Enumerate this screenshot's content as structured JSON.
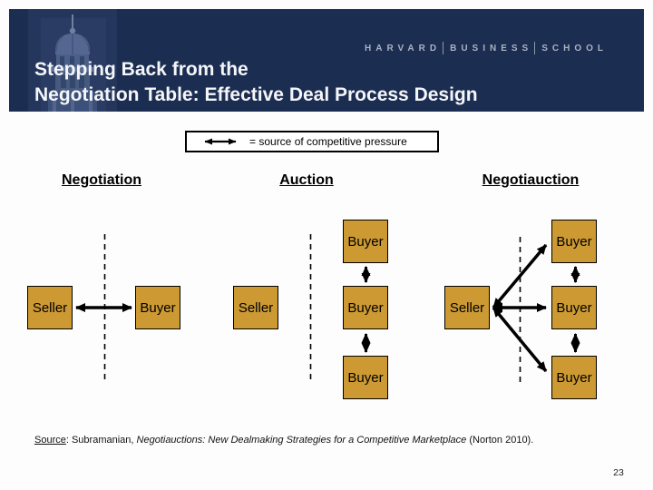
{
  "slide": {
    "page_number": "23"
  },
  "header": {
    "background": "#1C2D52",
    "wordmark": [
      "HARVARD",
      "BUSINESS",
      "SCHOOL"
    ],
    "title_line1": "Stepping Back from the",
    "title_line2": "Negotiation Table: Effective Deal Process Design"
  },
  "legend": {
    "text": "= source of competitive pressure"
  },
  "diagram": {
    "box_fill": "#CC9933",
    "box_border": "#000000",
    "arrow_color": "#000000",
    "groups": [
      {
        "header": "Negotiation",
        "seller": "Seller",
        "buyers": [
          "Buyer"
        ]
      },
      {
        "header": "Auction",
        "seller": "Seller",
        "buyers": [
          "Buyer",
          "Buyer",
          "Buyer"
        ]
      },
      {
        "header": "Negotiauction",
        "seller": "Seller",
        "buyers": [
          "Buyer",
          "Buyer",
          "Buyer"
        ]
      }
    ]
  },
  "footer": {
    "source_label": "Source",
    "source_pre": ": Subramanian, ",
    "book_title": "Negotiauctions: New Dealmaking Strategies for a Competitive Marketplace",
    "source_post": " (Norton 2010)."
  }
}
